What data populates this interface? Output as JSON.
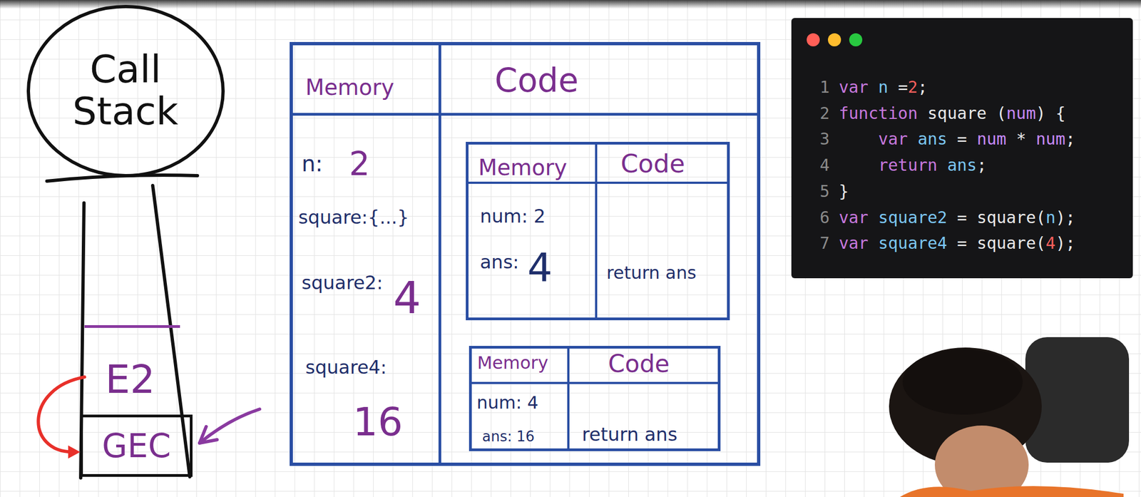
{
  "diagram": {
    "nodes": [
      {
        "text": [
          "Call Stack"
        ]
      },
      {
        "text": [
          "E2"
        ]
      },
      {
        "text": [
          "GEC"
        ]
      },
      {
        "text": [
          "Memory",
          "Code",
          "n:",
          "2",
          "square:{...}",
          "square2:",
          "4",
          "square4:",
          "16"
        ]
      },
      {
        "text": [
          "Memory",
          "Code",
          "num: 2",
          "ans:",
          "4",
          "return ans"
        ],
        "in": 3
      },
      {
        "text": [
          "Memory",
          "Code",
          "num: 4",
          "ans: 16",
          "return ans"
        ],
        "in": 3
      },
      {
        "text": [
          "1",
          "var n =2;",
          "2",
          "function square (num) {",
          "3",
          "    var ans = num * num;",
          "4",
          "    return ans;",
          "5",
          "}",
          "6",
          "var square2 = square(n);",
          "7",
          "var square4 = square(4);"
        ]
      }
    ],
    "edges": [
      {
        "from": 1,
        "to": 2,
        "arrow": "to"
      }
    ]
  }
}
